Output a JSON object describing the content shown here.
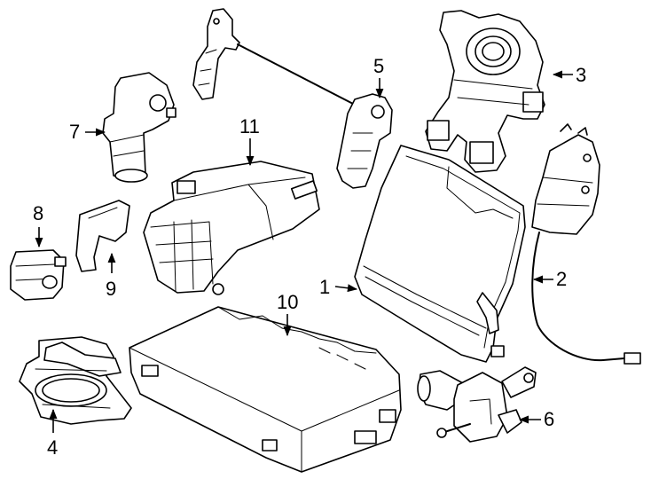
{
  "callouts": [
    {
      "id": "1",
      "label": "1",
      "part": "seat-back-frame"
    },
    {
      "id": "2",
      "label": "2",
      "part": "actuator-with-cable"
    },
    {
      "id": "3",
      "label": "3",
      "part": "lumbar-housing"
    },
    {
      "id": "4",
      "label": "4",
      "part": "speaker-bracket"
    },
    {
      "id": "5",
      "label": "5",
      "part": "cable-linkage"
    },
    {
      "id": "6",
      "label": "6",
      "part": "motor-gearbox"
    },
    {
      "id": "7",
      "label": "7",
      "part": "small-motor"
    },
    {
      "id": "8",
      "label": "8",
      "part": "connector"
    },
    {
      "id": "9",
      "label": "9",
      "part": "clip"
    },
    {
      "id": "10",
      "label": "10",
      "part": "control-module-large"
    },
    {
      "id": "11",
      "label": "11",
      "part": "control-module-small"
    }
  ]
}
